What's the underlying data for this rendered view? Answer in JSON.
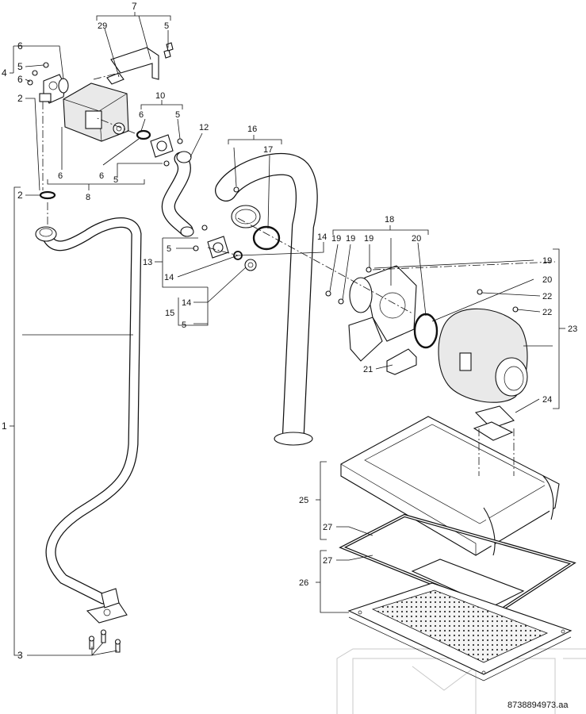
{
  "drawing_number": "8738894973.aa",
  "callouts": {
    "c1": "1",
    "c2a": "2",
    "c2b": "2",
    "c3": "3",
    "c4": "4",
    "c5a": "5",
    "c5b": "5",
    "c5c": "5",
    "c5d": "5",
    "c5e": "5",
    "c5f": "5",
    "c6a": "6",
    "c6b": "6",
    "c6c": "6",
    "c6d": "6",
    "c7": "7",
    "c8": "8",
    "c10": "10",
    "c12": "12",
    "c13": "13",
    "c14a": "14",
    "c14b": "14",
    "c14c": "14",
    "c15": "15",
    "c16": "16",
    "c17": "17",
    "c18": "18",
    "c19a": "19",
    "c19b": "19",
    "c19c": "19",
    "c19d": "19",
    "c20a": "20",
    "c20b": "20",
    "c21": "21",
    "c22a": "22",
    "c22b": "22",
    "c23": "23",
    "c24": "24",
    "c25": "25",
    "c26": "26",
    "c27a": "27",
    "c27b": "27",
    "c29": "29"
  }
}
